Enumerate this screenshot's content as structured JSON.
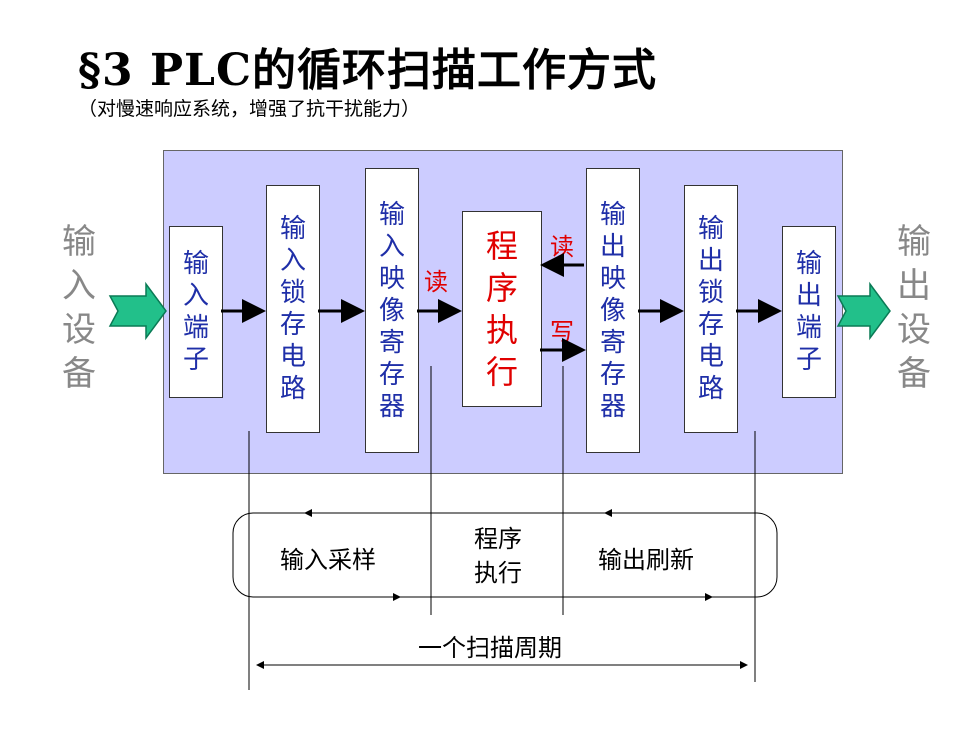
{
  "title": "§3  PLC的循环扫描工作方式",
  "subtitle": "（对慢速响应系统，增强了抗干扰能力）",
  "input_device": [
    "输",
    "入",
    "设",
    "备"
  ],
  "output_device": [
    "输",
    "出",
    "设",
    "备"
  ],
  "boxes": {
    "input_terminal": [
      "输",
      "入",
      "端",
      "子"
    ],
    "input_latch": [
      "输",
      "入",
      "锁",
      "存",
      "电",
      "路"
    ],
    "input_image": [
      "输",
      "入",
      "映",
      "像",
      "寄",
      "存",
      "器"
    ],
    "program_exec": [
      "程",
      "序",
      "执",
      "行"
    ],
    "output_image": [
      "输",
      "出",
      "映",
      "像",
      "寄",
      "存",
      "器"
    ],
    "output_latch": [
      "输",
      "出",
      "锁",
      "存",
      "电",
      "路"
    ],
    "output_terminal": [
      "输",
      "出",
      "端",
      "子"
    ]
  },
  "labels": {
    "read_in": "读",
    "read_out": "读",
    "write": "写"
  },
  "phases": {
    "input_sampling": "输入采样",
    "program_exec_1": "程序",
    "program_exec_2": "执行",
    "output_refresh": "输出刷新"
  },
  "scan_cycle": "一个扫描周期",
  "colors": {
    "panel": "#ccccff",
    "box_text": "#1f2fa8",
    "highlight": "#e00000",
    "device_text": "#888888",
    "arrow_fill": "#22c08a"
  }
}
